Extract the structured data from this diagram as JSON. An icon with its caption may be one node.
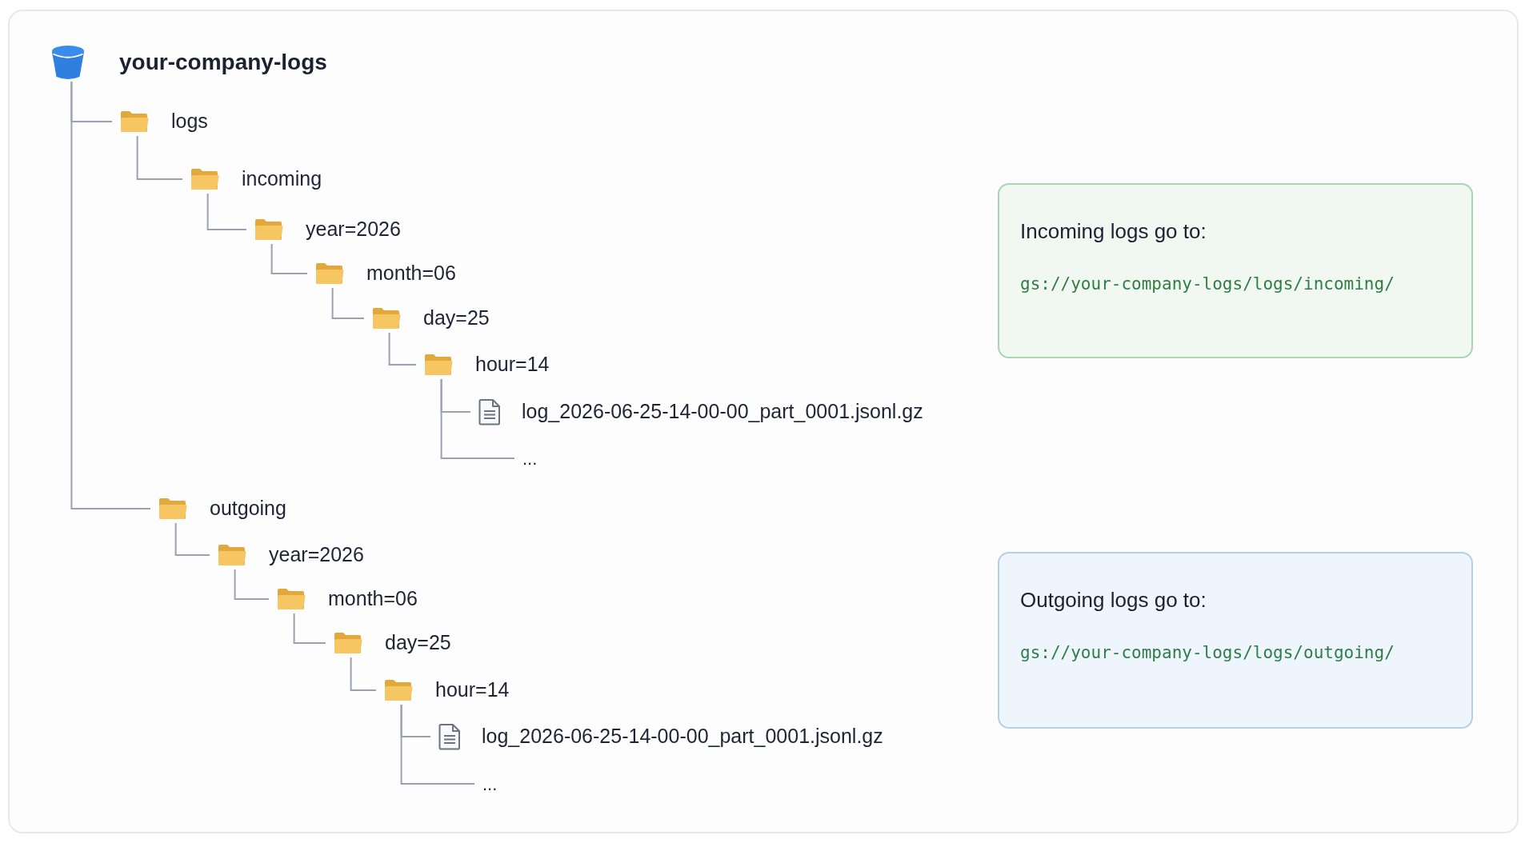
{
  "diagram": {
    "nodes": [
      {
        "text": [
          "your-company-logs"
        ]
      },
      {
        "text": [
          "logs"
        ]
      },
      {
        "text": [
          "incoming"
        ]
      },
      {
        "text": [
          "year=2026"
        ]
      },
      {
        "text": [
          "month=06"
        ]
      },
      {
        "text": [
          "day=25"
        ]
      },
      {
        "text": [
          "hour=14"
        ]
      },
      {
        "text": [
          "log_2026-06-25-14-00-00_part_0001.jsonl.gz"
        ]
      },
      {
        "text": [
          "..."
        ]
      },
      {
        "text": [
          "outgoing"
        ]
      },
      {
        "text": [
          "year=2026"
        ]
      },
      {
        "text": [
          "month=06"
        ]
      },
      {
        "text": [
          "day=25"
        ]
      },
      {
        "text": [
          "hour=14"
        ]
      },
      {
        "text": [
          "log_2026-06-25-14-00-00_part_0001.jsonl.gz"
        ]
      },
      {
        "text": [
          "..."
        ]
      },
      {
        "text": [
          "Incoming logs go to:",
          "gs://your-company-logs/logs/incoming/"
        ]
      },
      {
        "text": [
          "Outgoing logs go to:",
          "gs://your-company-logs/logs/outgoing/"
        ]
      }
    ],
    "edges": [
      {
        "from": 0,
        "to": 1,
        "arrow": "none"
      },
      {
        "from": 0,
        "to": 9,
        "arrow": "none"
      },
      {
        "from": 1,
        "to": 2,
        "arrow": "none"
      },
      {
        "from": 2,
        "to": 3,
        "arrow": "none"
      },
      {
        "from": 3,
        "to": 4,
        "arrow": "none"
      },
      {
        "from": 4,
        "to": 5,
        "arrow": "none"
      },
      {
        "from": 5,
        "to": 6,
        "arrow": "none"
      },
      {
        "from": 6,
        "to": 7,
        "arrow": "none"
      },
      {
        "from": 6,
        "to": 8,
        "arrow": "none"
      },
      {
        "from": 9,
        "to": 10,
        "arrow": "none"
      },
      {
        "from": 10,
        "to": 11,
        "arrow": "none"
      },
      {
        "from": 11,
        "to": 12,
        "arrow": "none"
      },
      {
        "from": 12,
        "to": 13,
        "arrow": "none"
      },
      {
        "from": 13,
        "to": 14,
        "arrow": "none"
      },
      {
        "from": 13,
        "to": 15,
        "arrow": "none"
      }
    ]
  }
}
